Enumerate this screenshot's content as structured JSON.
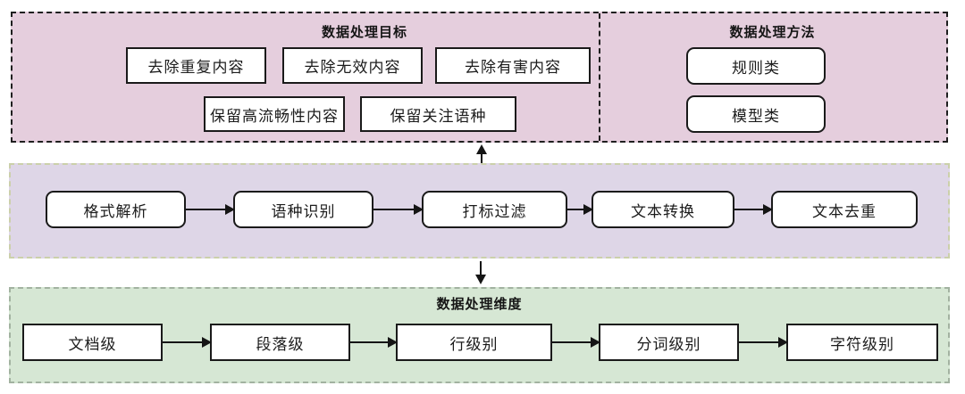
{
  "goals": {
    "title": "数据处理目标",
    "row1": [
      "去除重复内容",
      "去除无效内容",
      "去除有害内容"
    ],
    "row2": [
      "保留高流畅性内容",
      "保留关注语种"
    ]
  },
  "methods": {
    "title": "数据处理方法",
    "items": [
      "规则类",
      "模型类"
    ]
  },
  "pipeline": {
    "steps": [
      "格式解析",
      "语种识别",
      "打标过滤",
      "文本转换",
      "文本去重"
    ]
  },
  "dimensions": {
    "title": "数据处理维度",
    "steps": [
      "文档级",
      "段落级",
      "行级别",
      "分词级别",
      "字符级别"
    ]
  },
  "colors": {
    "goals_methods_bg": "#e5cedd",
    "pipeline_bg": "#ded6e7",
    "dimensions_bg": "#d6e7d4",
    "node_fill": "#ffffff",
    "node_border": "#1a1a1a",
    "goals_border_dash": "#1f1f1f",
    "pipeline_border_dash": "#cbd0aa",
    "dimensions_border_dash": "#a2b2a0"
  }
}
